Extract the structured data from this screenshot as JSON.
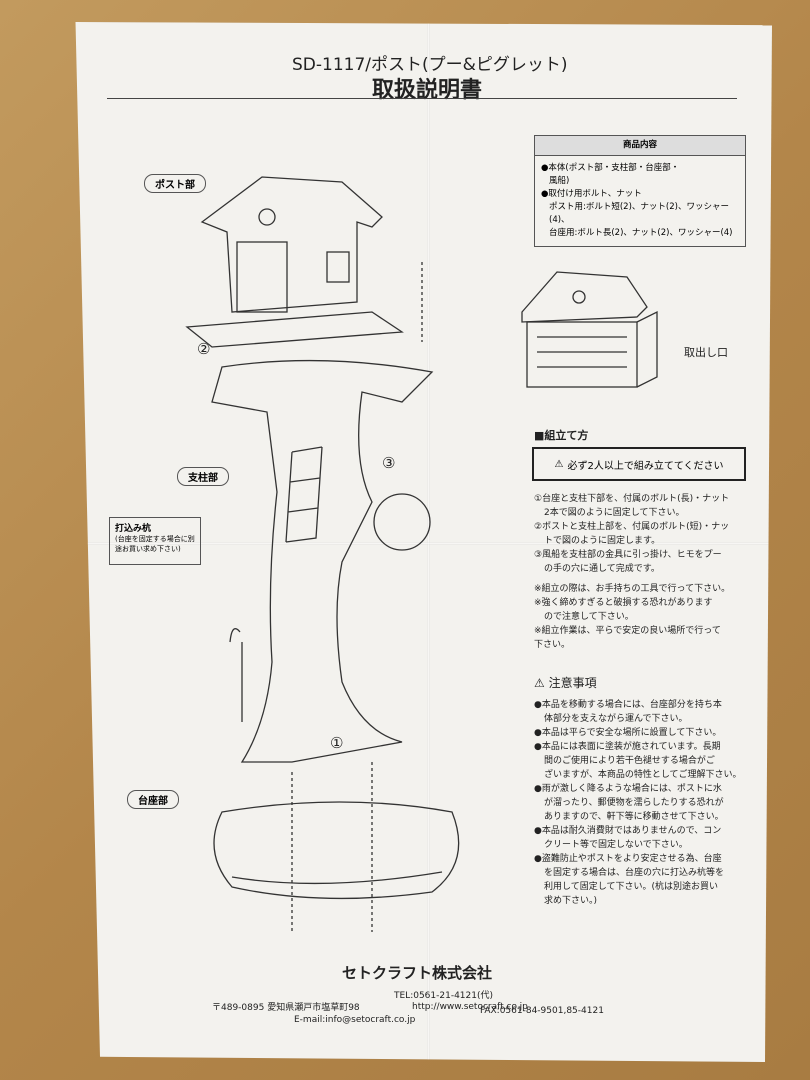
{
  "header": {
    "model": "SD-1117/ポスト(プー&ピグレット)",
    "title": "取扱説明書"
  },
  "contents_box": {
    "heading": "商品内容",
    "lines": [
      "●本体(ポスト部・支柱部・台座部・",
      "風船)",
      "●取付け用ボルト、ナット",
      "ポスト用:ボルト短(2)、ナット(2)、ワッシャー(4)、",
      "台座用:ボルト長(2)、ナット(2)、ワッシャー(4)"
    ]
  },
  "diagram_labels": {
    "post": "ポスト部",
    "pillar": "支柱部",
    "base": "台座部",
    "opening": "取出し口",
    "step1": "①",
    "step2": "②",
    "step3": "③"
  },
  "stake_note": {
    "title": "打込み杭",
    "text": "(台座を固定する場合に別途お買い求め下さい)"
  },
  "assembly": {
    "heading": "■組立て方",
    "warning": "必ず2人以上で組み立ててください",
    "steps": [
      "①台座と支柱下部を、付属のボルト(長)・ナット",
      "2本で図のように固定して下さい。",
      "②ポストと支柱上部を、付属のボルト(短)・ナッ",
      "トで図のように固定します。",
      "③風船を支柱部の金具に引っ掛け、ヒモをプー",
      "の手の穴に通して完成です。"
    ],
    "notes": [
      "※組立の際は、お手持ちの工具で行って下さい。",
      "※強く締めすぎると破損する恐れがあります",
      "ので注意して下さい。",
      "※組立作業は、平らで安定の良い場所で行って",
      "下さい。"
    ]
  },
  "cautions": {
    "heading": "注意事項",
    "items": [
      "●本品を移動する場合には、台座部分を持ち本",
      "体部分を支えながら運んで下さい。",
      "●本品は平らで安全な場所に設置して下さい。",
      "●本品には表面に塗装が施されています。長期",
      "間のご使用により若干色褪せする場合がご",
      "ざいますが、本商品の特性としてご理解下さい。",
      "●雨が激しく降るような場合には、ポストに水",
      "が溜ったり、郵便物を濡らしたりする恐れが",
      "ありますので、軒下等に移動させて下さい。",
      "●本品は耐久消費財ではありませんので、コン",
      "クリート等で固定しないで下さい。",
      "●盗難防止やポストをより安定させる為、台座",
      "を固定する場合は、台座の穴に打込み杭等を",
      "利用して固定して下さい。(杭は別途お買い",
      "求め下さい。)"
    ]
  },
  "footer": {
    "company": "セトクラフト株式会社",
    "address": "〒489-0895 愛知県瀬戸市塩草町98",
    "tel": "TEL:0561-21-4121(代)",
    "fax": "FAX:0561-84-9501,85-4121",
    "email": "E-mail:info@setocraft.co.jp",
    "url": "http://www.setocraft.co.jp"
  },
  "icons": [
    "warning-triangle-icon"
  ]
}
